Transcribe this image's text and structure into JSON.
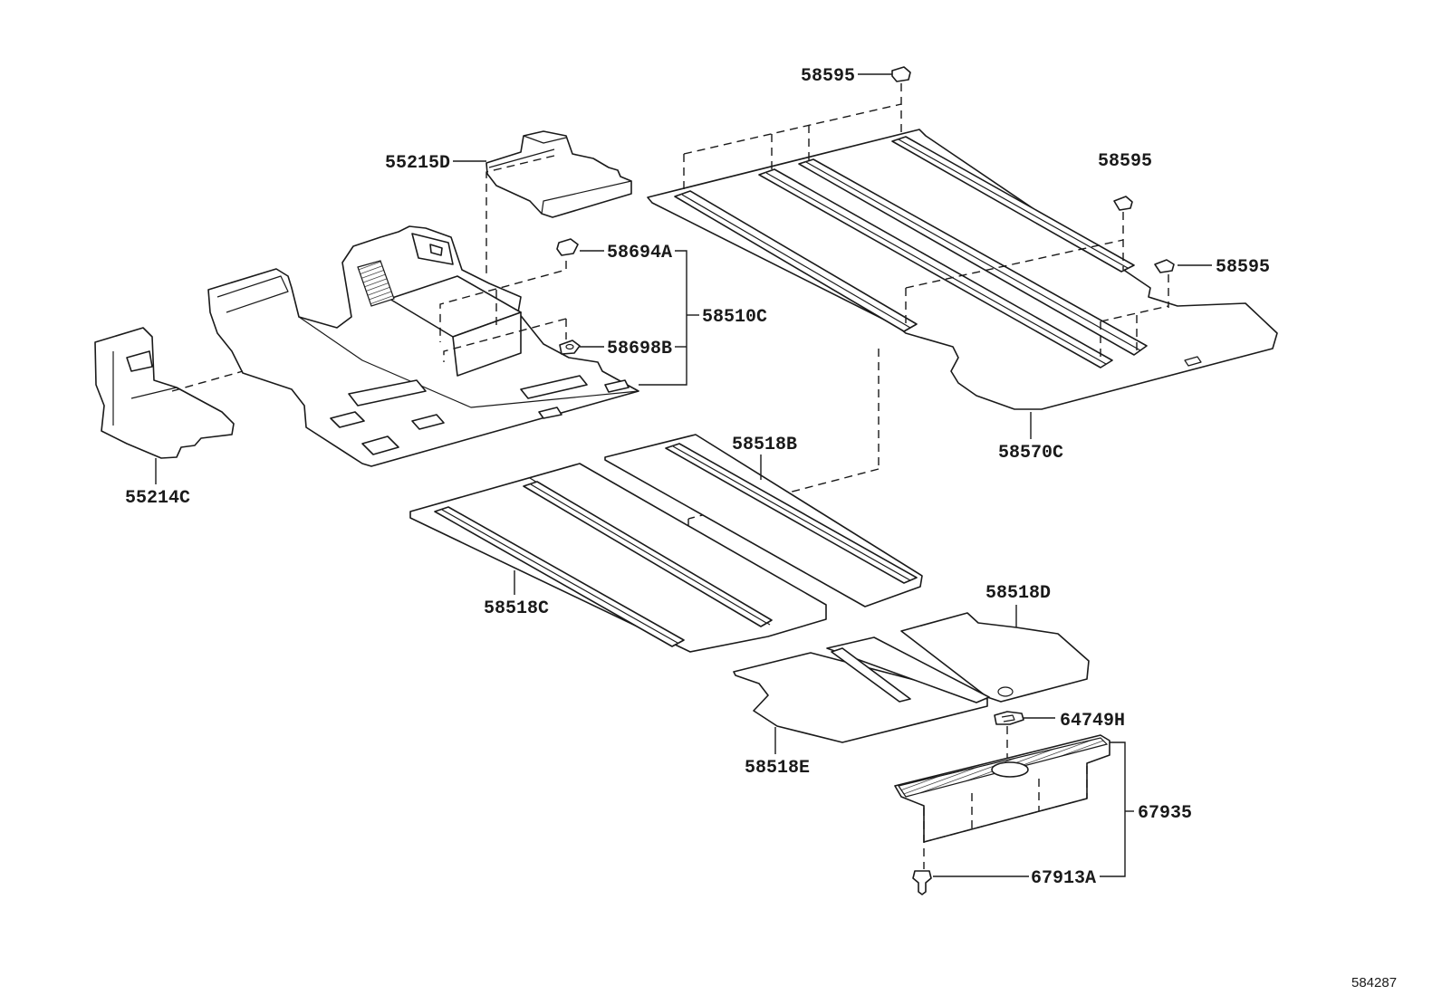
{
  "diagram": {
    "callouts": {
      "c_58595_top": "58595",
      "c_55215D": "55215D",
      "c_58595_upper_right": "58595",
      "c_58694A": "58694A",
      "c_58595_right": "58595",
      "c_58510C": "58510C",
      "c_58698B": "58698B",
      "c_58518B": "58518B",
      "c_58570C": "58570C",
      "c_55214C": "55214C",
      "c_58518D": "58518D",
      "c_58518C": "58518C",
      "c_64749H": "64749H",
      "c_58518E": "58518E",
      "c_67935": "67935",
      "c_67913A": "67913A"
    },
    "figure_number": "584287",
    "colors": {
      "line": "#1a1a1a",
      "background": "#ffffff"
    }
  }
}
